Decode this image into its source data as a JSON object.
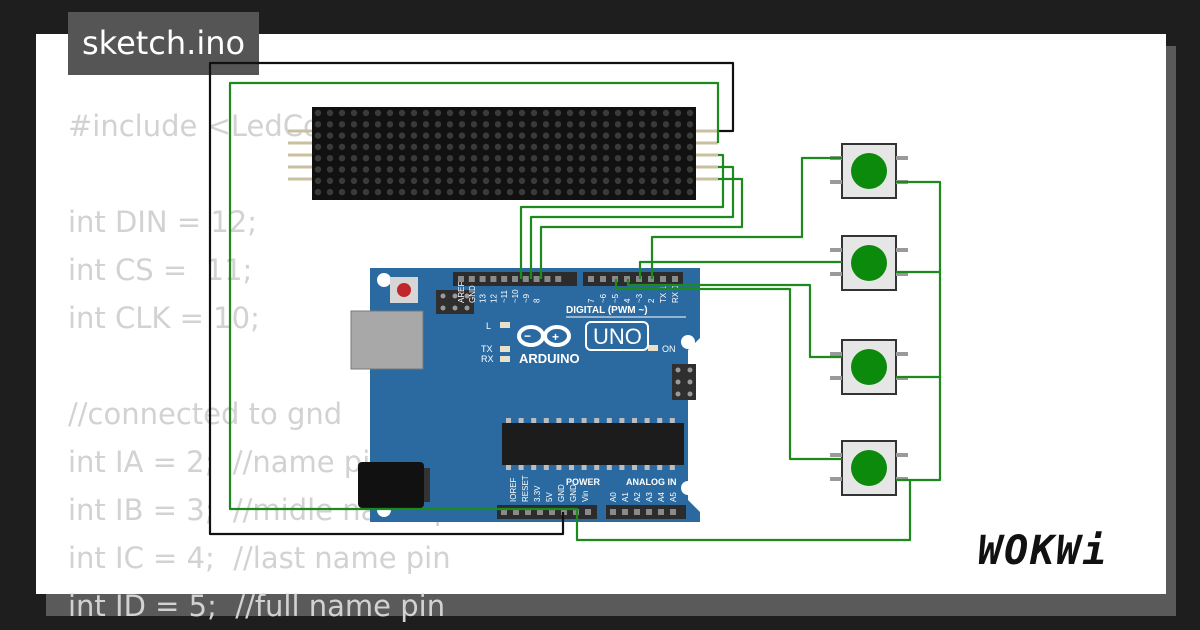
{
  "title_tab": "sketch.ino",
  "code_lines": [
    "#include <LedControl.h>",
    "",
    "int DIN = 12;",
    "int CS =  11;",
    "int CLK = 10;",
    "",
    "//connected to gnd",
    "int IA = 2;  //name pin",
    "int IB = 3;  //midle name pin",
    "int IC = 4;  //last name pin",
    "int ID = 5;  //full name pin"
  ],
  "board": {
    "brand": "ARDUINO",
    "model": "UNO",
    "digital_label": "DIGITAL (PWM ~)",
    "power_label": "POWER",
    "analog_label": "ANALOG IN",
    "on_label": "ON",
    "l_label": "L",
    "tx_label": "TX",
    "rx_label": "RX",
    "digital_pins": [
      "AREF",
      "GND",
      "13",
      "12",
      "~11",
      "~10",
      "~9",
      "8",
      "7",
      "~6",
      "~5",
      "4",
      "~3",
      "2",
      "TX 1",
      "RX 0"
    ],
    "power_pins": [
      "IOREF",
      "RESET",
      "3.3V",
      "5V",
      "GND",
      "GND",
      "Vin"
    ],
    "analog_pins": [
      "A0",
      "A1",
      "A2",
      "A3",
      "A4",
      "A5"
    ]
  },
  "logo": "WOKWi",
  "colors": {
    "background": "#1e1e1e",
    "card": "#ffffff",
    "code_text": "#d2d2d2",
    "board_blue": "#2a6aa0",
    "wire_green": "#1c8a1c",
    "wire_black": "#111111",
    "button_green": "#0c8a0c"
  }
}
